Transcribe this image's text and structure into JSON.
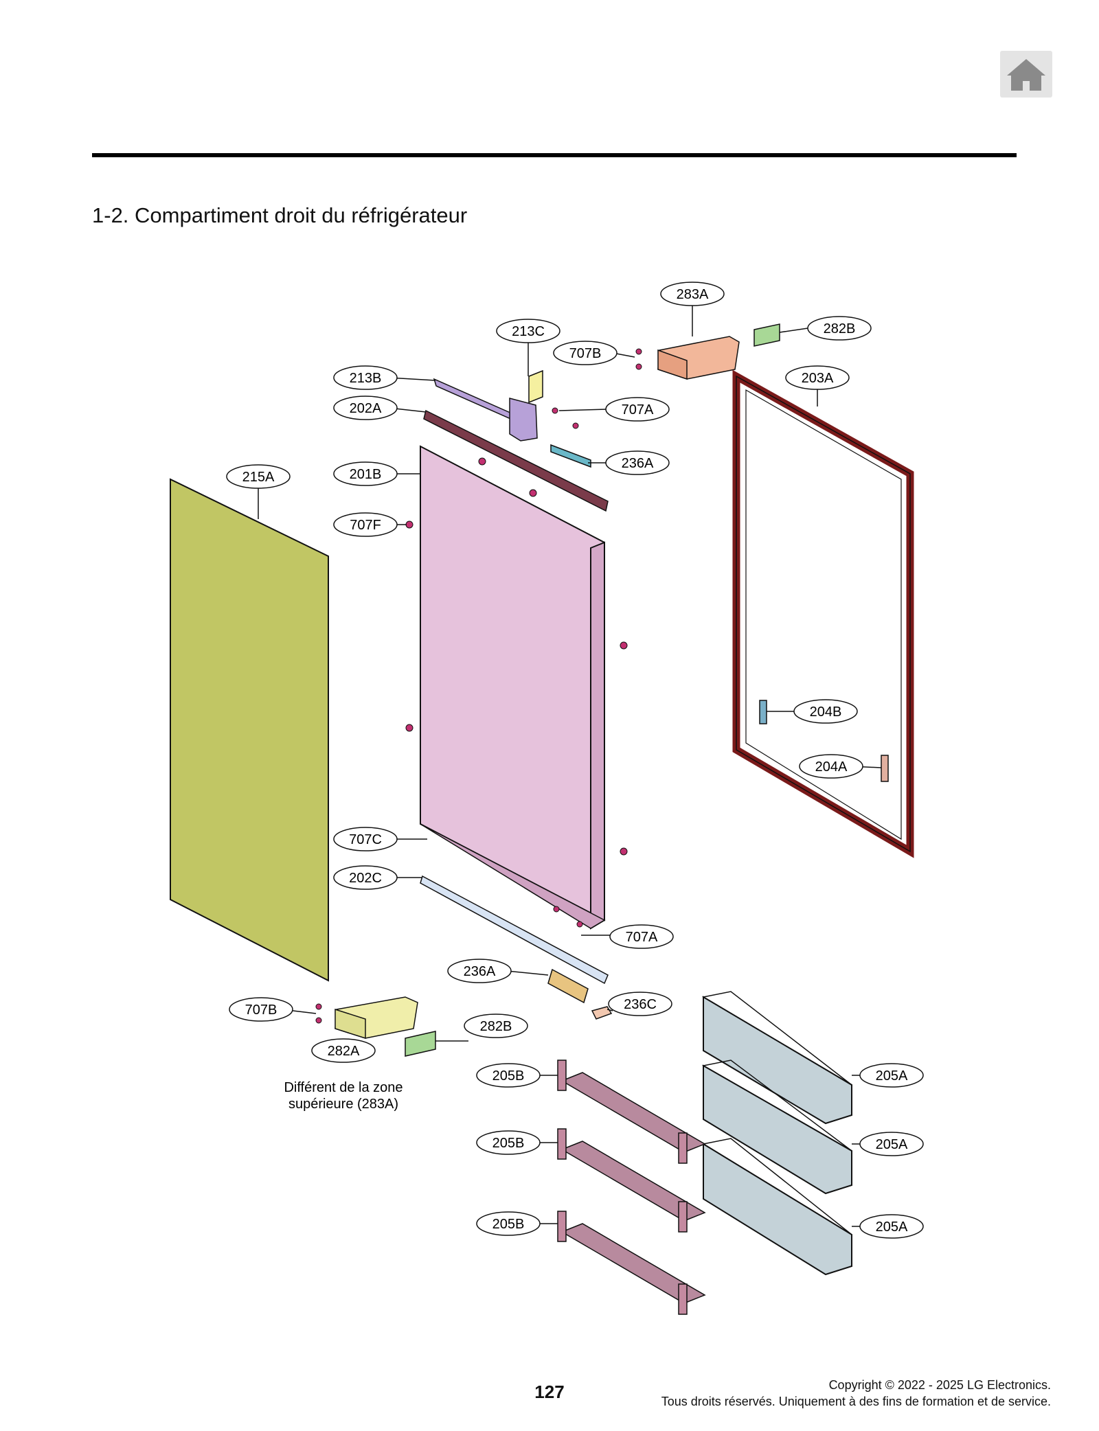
{
  "header": {
    "home_icon": "home-icon",
    "section_title": "1-2. Compartiment droit du réfrigérateur"
  },
  "diagram": {
    "callouts": {
      "c283A": "283A",
      "c282B_top": "282B",
      "c213C": "213C",
      "c707B_top": "707B",
      "c213B": "213B",
      "c203A": "203A",
      "c202A": "202A",
      "c707A_top": "707A",
      "c236A_top": "236A",
      "c215A": "215A",
      "c201B": "201B",
      "c707F": "707F",
      "c204B": "204B",
      "c204A": "204A",
      "c707C": "707C",
      "c202C": "202C",
      "c707A_bottom": "707A",
      "c236A_bottom": "236A",
      "c236C": "236C",
      "c707B_bottom": "707B",
      "c282B_bottom": "282B",
      "c282A": "282A",
      "c205B_1": "205B",
      "c205B_2": "205B",
      "c205B_3": "205B",
      "c205A_1": "205A",
      "c205A_2": "205A",
      "c205A_3": "205A"
    },
    "note_line1": "Différent de la zone",
    "note_line2": "supérieure (283A)"
  },
  "footer": {
    "page_number": "127",
    "copyright_line1": "Copyright © 2022 - 2025 LG Electronics.",
    "copyright_line2": "Tous droits réservés. Uniquement à des fins de formation et de service."
  },
  "colors": {
    "outer_panel": "#c1c664",
    "door_liner": "#e6c2dc",
    "gasket": "#7a1a1a",
    "bins_205A": "#c4d2d8",
    "bins_205B": "#b88a9e",
    "hinge_top": "#f2b79a",
    "hinge_bottom": "#f0eeaa",
    "label_282": "#a8d896"
  }
}
